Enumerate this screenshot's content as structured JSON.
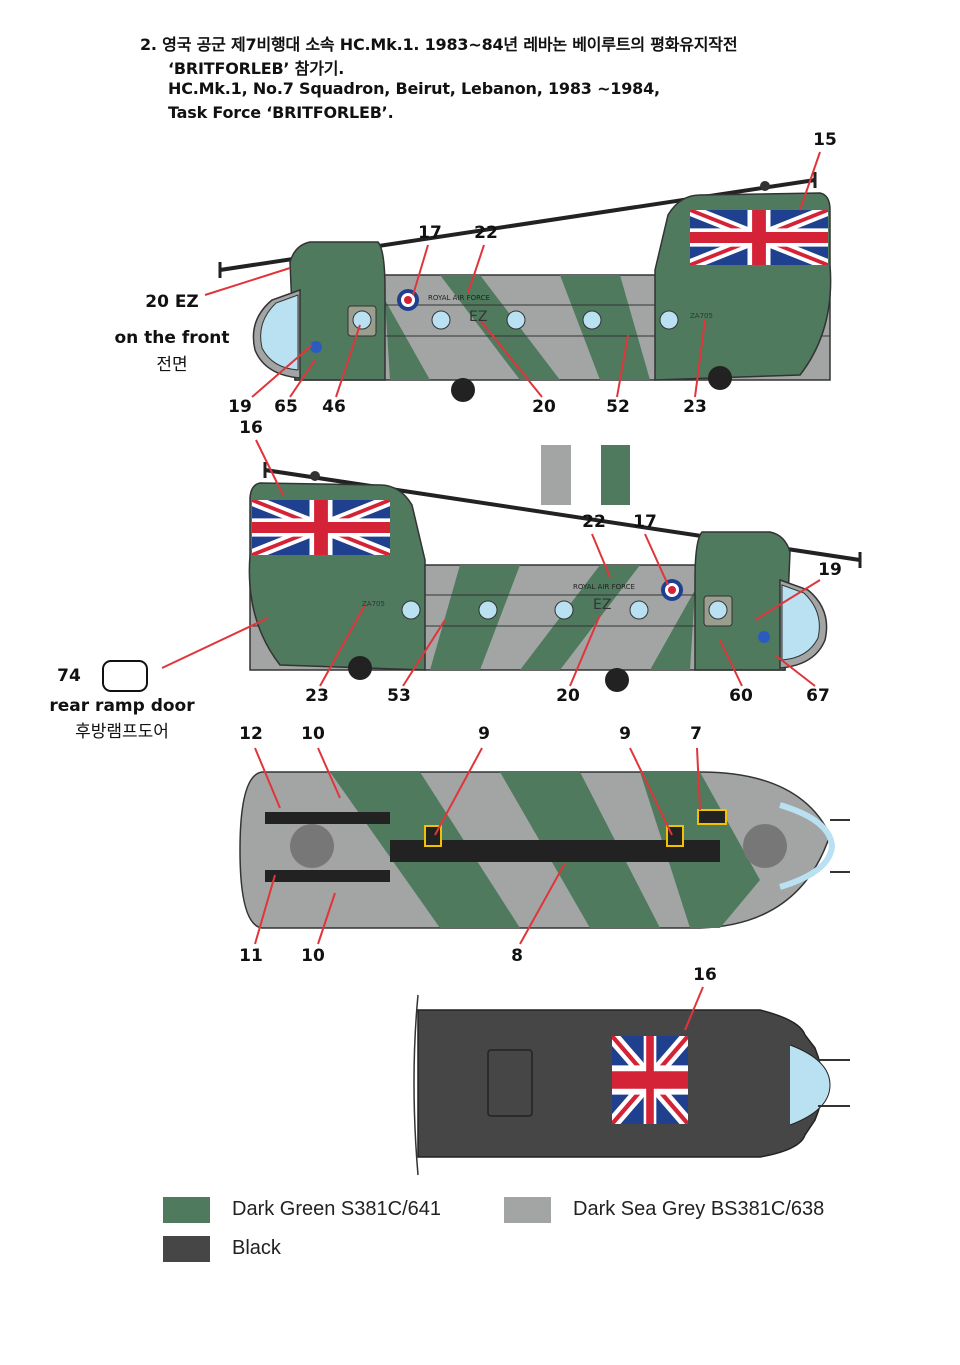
{
  "header": {
    "line1": "2. 영국 공군 제7비행대 소속 HC.Mk.1. 1983~84년 레바논 베이루트의 평화유지작전",
    "line2": "‘BRITFORLEB’ 참가기.",
    "line3": "HC.Mk.1, No.7 Squadron, Beirut, Lebanon, 1983 ~1984,",
    "line4": "Task Force  ‘BRITFORLEB’."
  },
  "aircraft_markings": {
    "raf_text": "ROYAL AIR FORCE",
    "code": "EZ",
    "serial": "ZA705"
  },
  "view1": {
    "callouts": [
      "15",
      "17",
      "22",
      "19",
      "65",
      "46",
      "20",
      "52",
      "23"
    ],
    "note_code": "20 EZ",
    "note_front_en": "on the front",
    "note_front_ko": "전면"
  },
  "view2": {
    "callouts": [
      "16",
      "22",
      "17",
      "19",
      "23",
      "53",
      "20",
      "60",
      "67"
    ],
    "decal_number": "74",
    "note_ramp_en": "rear ramp door",
    "note_ramp_ko": "후방램프도어"
  },
  "view_top": {
    "callouts": [
      "12",
      "10",
      "9",
      "9",
      "7",
      "11",
      "10",
      "8"
    ]
  },
  "view_bottom": {
    "callouts": [
      "16"
    ]
  },
  "legend": [
    {
      "label": "Dark Green S381C/641",
      "color": "#4f7a5e"
    },
    {
      "label": "Dark Sea Grey BS381C/638",
      "color": "#a3a5a4"
    },
    {
      "label": "Black",
      "color": "#464646"
    }
  ],
  "colors": {
    "leader": "#e0353a",
    "window": "#b9e1f1",
    "flag_blue": "#1f3f8f",
    "flag_red": "#d42236"
  }
}
